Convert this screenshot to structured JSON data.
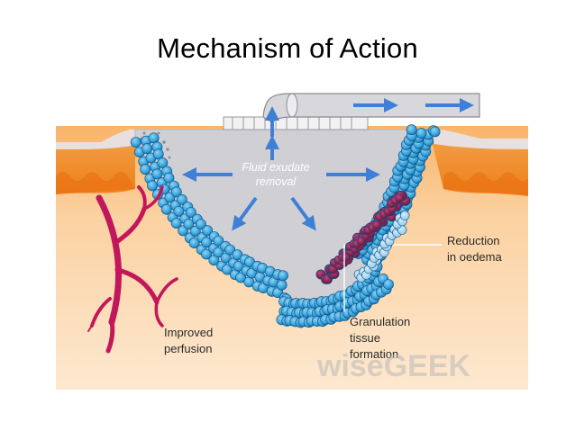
{
  "slide": {
    "title": "Mechanism of Action"
  },
  "diagram": {
    "labels": {
      "fluid_line1": "Fluid exudate",
      "fluid_line2": "removal",
      "reduction_line1": "Reduction",
      "reduction_line2": "in oedema",
      "granulation_line1": "Granulation",
      "granulation_line2": "tissue",
      "granulation_line3": "formation",
      "perfusion_line1": "Improved",
      "perfusion_line2": "perfusion"
    },
    "watermark": {
      "part1": "wise",
      "part2": "GEEK"
    },
    "colors": {
      "skin_top": "#f58a1f",
      "tissue": "#f8c48a",
      "wound_fill": "#cfcfd4",
      "cell_blue": "#2f9ed8",
      "granulation": "#8a1a4a",
      "vessel": "#c2175a",
      "arrow": "#3f7fd6"
    },
    "icons": [
      "suction-tube-icon",
      "drainage-arrow-icon",
      "blood-vessel-icon"
    ]
  }
}
